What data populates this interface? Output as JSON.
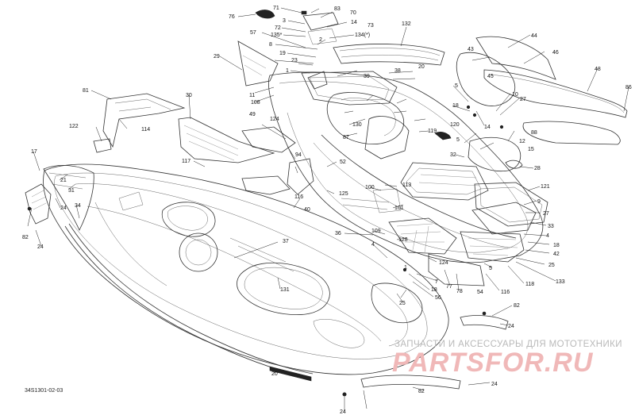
{
  "diagram": {
    "code": "34S1301-02-03",
    "watermark": {
      "caption": "ЗАПЧАСТИ И АКСЕССУАРЫ ДЛЯ МОТОТЕХНИКИ",
      "logo": "PARTSFOR.RU"
    },
    "callouts": [
      "76",
      "71",
      "83",
      "70",
      "3",
      "14",
      "73",
      "72",
      "135*",
      "134(*)",
      "57",
      "2",
      "132",
      "8",
      "44",
      "43",
      "46",
      "19",
      "23",
      "45",
      "48",
      "86",
      "29",
      "1",
      "39",
      "38",
      "108",
      "11",
      "5",
      "20",
      "81",
      "30",
      "10",
      "27",
      "18",
      "14",
      "124",
      "119",
      "120",
      "49",
      "130",
      "87",
      "12",
      "15",
      "114",
      "122",
      "5",
      "88",
      "94",
      "32",
      "17",
      "28",
      "52",
      "117",
      "116",
      "113",
      "125",
      "21",
      "31",
      "24",
      "34",
      "100",
      "121",
      "40",
      "101",
      "9",
      "33",
      "24",
      "82",
      "36",
      "109",
      "27",
      "4",
      "128",
      "37",
      "18",
      "124",
      "42",
      "25",
      "5",
      "118",
      "116",
      "133",
      "131",
      "4",
      "18",
      "56",
      "54",
      "77",
      "78",
      "7",
      "1",
      "25",
      "82",
      "24",
      "20",
      "24",
      "82",
      "24"
    ]
  }
}
